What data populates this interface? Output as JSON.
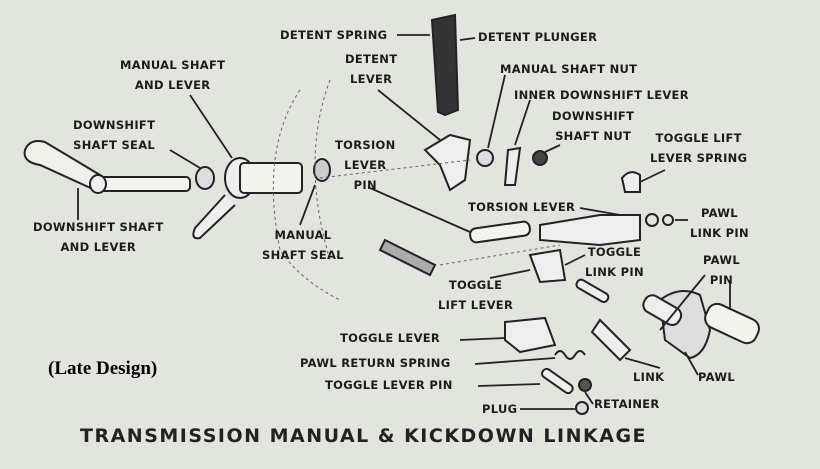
{
  "figure": {
    "title": "TRANSMISSION MANUAL & KICKDOWN LINKAGE",
    "note": "(Late Design)",
    "labels": [
      [
        "DETENT SPRING"
      ],
      [
        "DETENT PLUNGER"
      ],
      [
        "MANUAL SHAFT",
        "AND LEVER"
      ],
      [
        "DETENT",
        "LEVER"
      ],
      [
        "MANUAL SHAFT NUT"
      ],
      [
        "INNER DOWNSHIFT LEVER"
      ],
      [
        "DOWNSHIFT",
        "SHAFT SEAL"
      ],
      [
        "DOWNSHIFT",
        "SHAFT NUT"
      ],
      [
        "TOGGLE LIFT",
        "LEVER SPRING"
      ],
      [
        "TORSION",
        "LEVER",
        "PIN"
      ],
      [
        "TORSION LEVER"
      ],
      [
        "PAWL",
        "LINK PIN"
      ],
      [
        "DOWNSHIFT SHAFT",
        "AND LEVER"
      ],
      [
        "MANUAL",
        "SHAFT SEAL"
      ],
      [
        "TOGGLE",
        "LINK PIN"
      ],
      [
        "PAWL",
        "PIN"
      ],
      [
        "TOGGLE",
        "LIFT LEVER"
      ],
      [
        "TOGGLE LEVER"
      ],
      [
        "PAWL RETURN SPRING"
      ],
      [
        "LINK"
      ],
      [
        "PAWL"
      ],
      [
        "TOGGLE LEVER PIN"
      ],
      [
        "RETAINER"
      ],
      [
        "PLUG"
      ]
    ]
  }
}
